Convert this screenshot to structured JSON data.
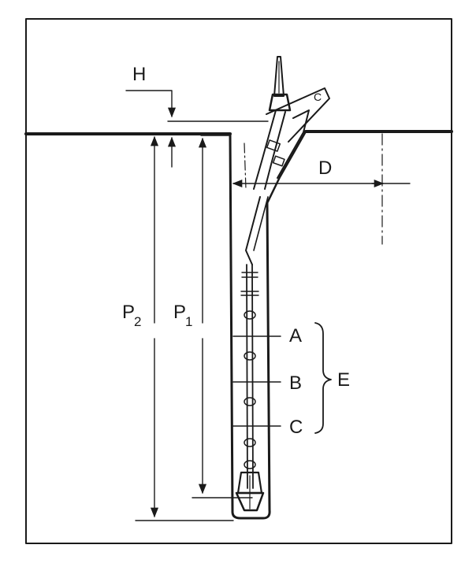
{
  "labels": {
    "H": "H",
    "D": "D",
    "P2_main": "P",
    "P2_sub": "2",
    "P1_main": "P",
    "P1_sub": "1",
    "A": "A",
    "B": "B",
    "C": "C",
    "E": "E",
    "machine_tag": "C"
  }
}
